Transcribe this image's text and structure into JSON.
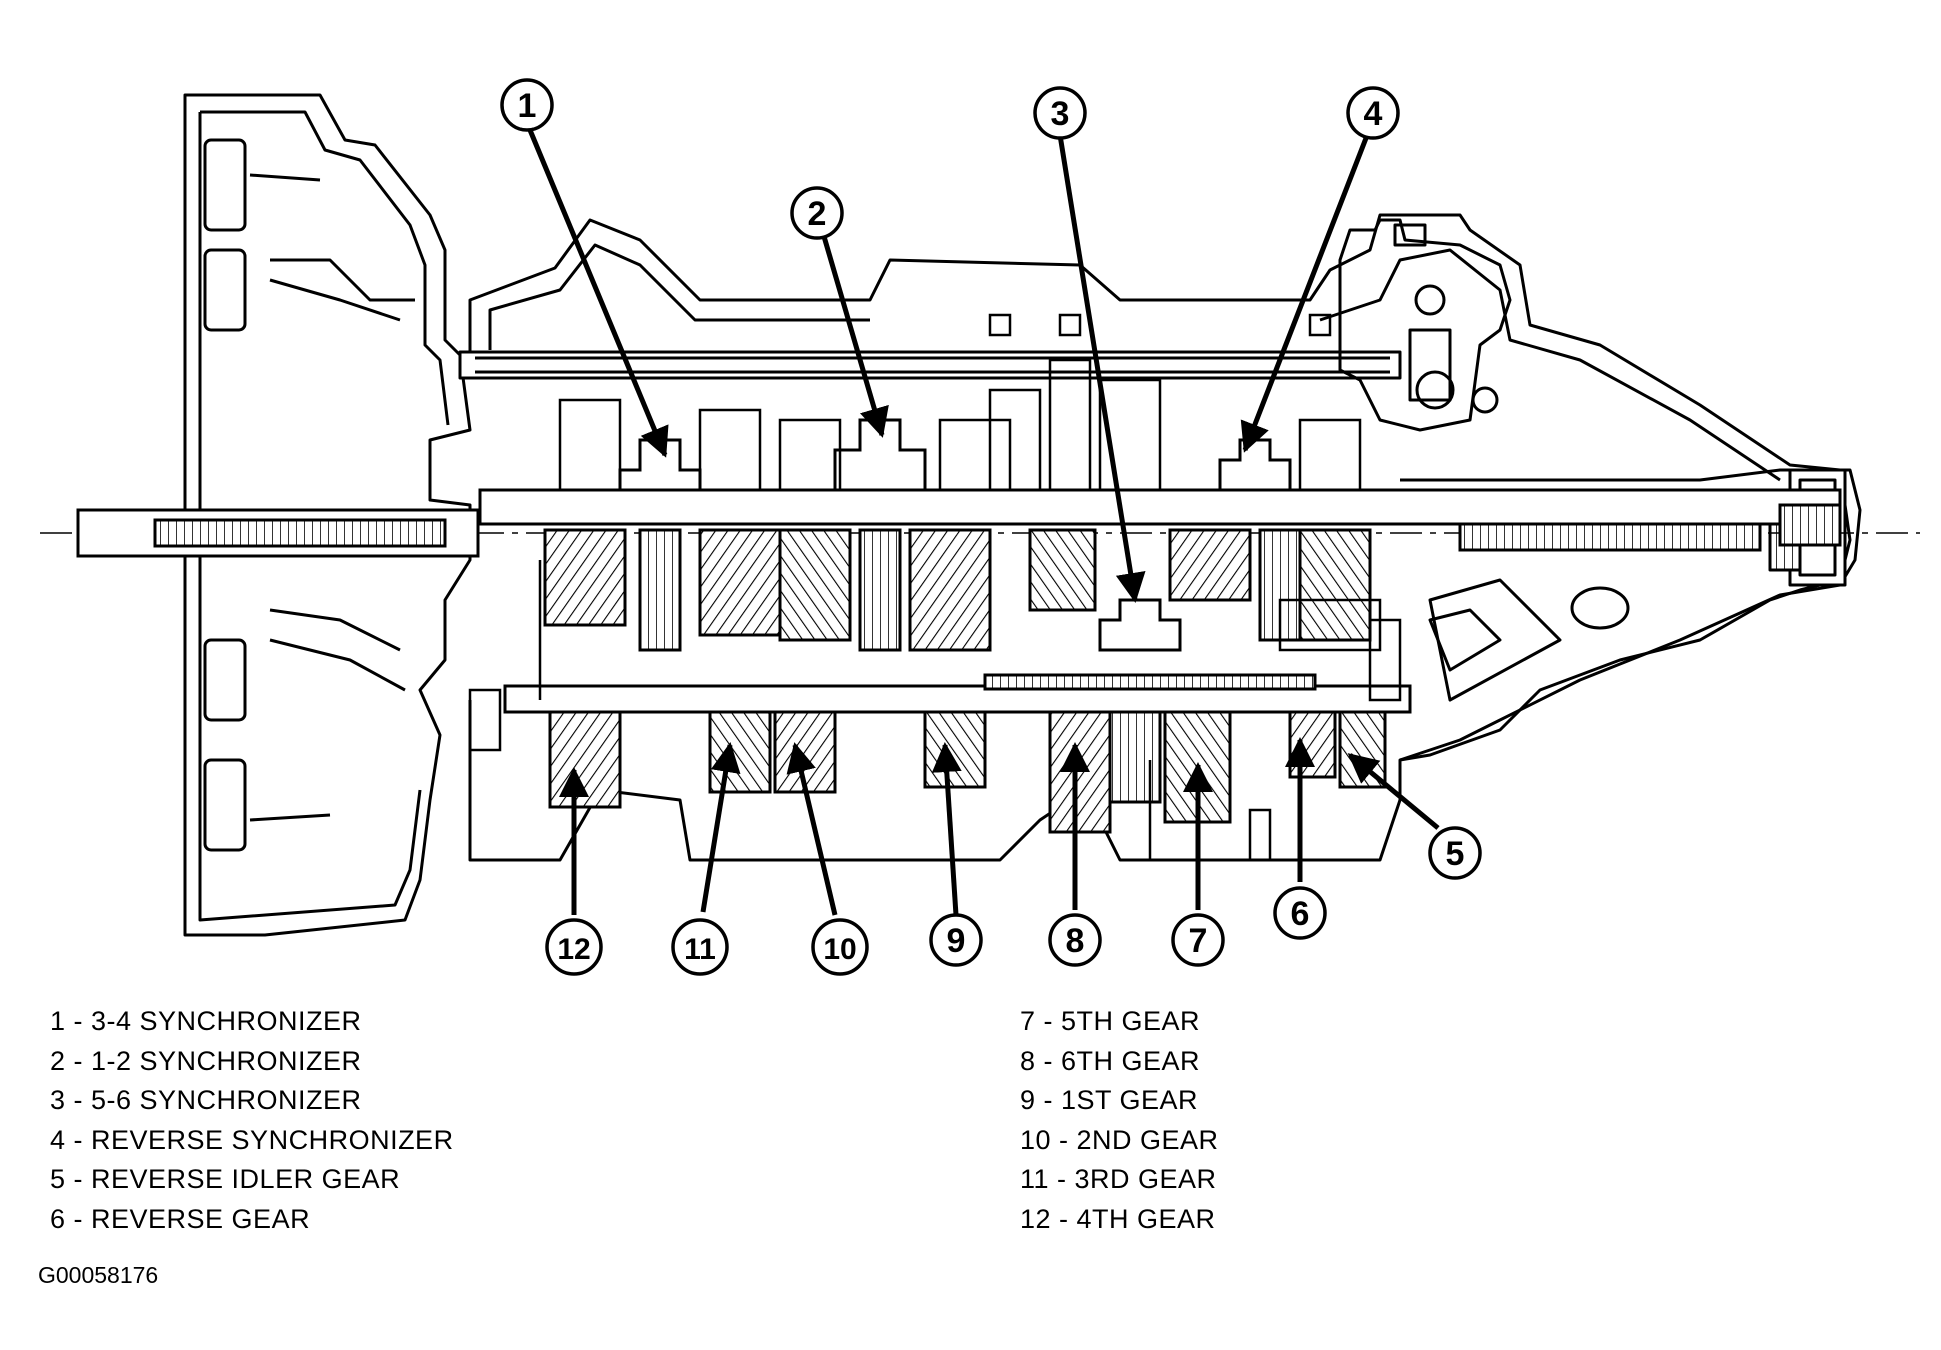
{
  "diagram": {
    "callouts": [
      "1",
      "2",
      "3",
      "4",
      "5",
      "6",
      "7",
      "8",
      "9",
      "10",
      "11",
      "12"
    ]
  },
  "legend": {
    "left": [
      "1 - 3-4 SYNCHRONIZER",
      "2 - 1-2 SYNCHRONIZER",
      "3 - 5-6 SYNCHRONIZER",
      "4 - REVERSE SYNCHRONIZER",
      "5 - REVERSE IDLER GEAR",
      "6 - REVERSE GEAR"
    ],
    "right": [
      "7 - 5TH GEAR",
      "8 - 6TH GEAR",
      "9 - 1ST GEAR",
      "10 - 2ND GEAR",
      "11 - 3RD GEAR",
      "12 - 4TH GEAR"
    ]
  },
  "figure_id": "G00058176"
}
